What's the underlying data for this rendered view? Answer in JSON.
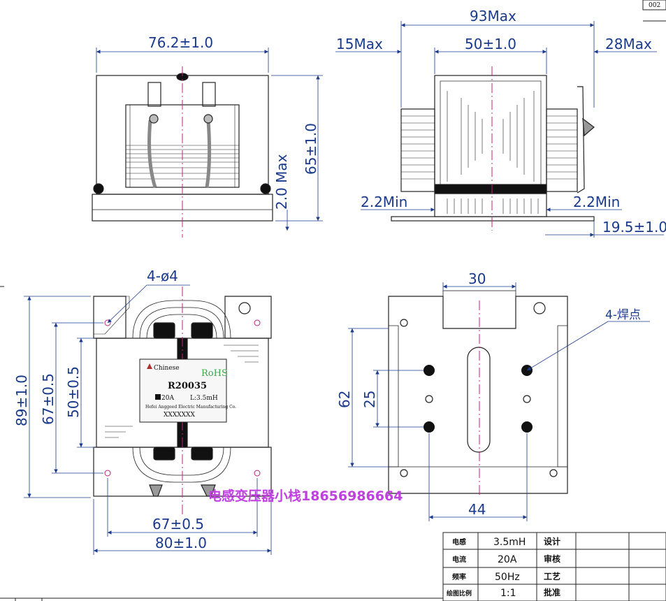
{
  "corner_tag": "002",
  "front_view": {
    "width_dim": "76.2±1.0",
    "height_dim": "65±1.0",
    "base_dim": "2.0 Max"
  },
  "side_view": {
    "overall_dim": "93Max",
    "left_dim": "15Max",
    "core_dim": "50±1.0",
    "right_dim": "28Max",
    "gap_left_dim": "2.2Min",
    "gap_right_dim": "2.2Min",
    "base_dim": "19.5±1.0"
  },
  "top_view": {
    "hole_dim": "4-ø4",
    "height_dim": "89±1.0",
    "hole_v_dim": "67±0.5",
    "core_v_dim": "50±0.5",
    "hole_h_dim": "67±0.5",
    "width_dim": "80±1.0",
    "label": {
      "brand": "Chinese",
      "rohs": "RoHS",
      "part_no": "R20035",
      "current": "20A",
      "inductance": "L:3.5mH",
      "company": "Hefei Anggeed Electric Manufacturing Co.",
      "serial": "XXXXXXX"
    }
  },
  "bottom_view": {
    "top_dim": "30",
    "solder_label": "4-焊点",
    "height_dim": "62",
    "pin_v_dim": "25",
    "pin_h_dim": "44"
  },
  "watermark": "电感变压器小栈18656986664",
  "title_block": {
    "rows": [
      {
        "key": "电感",
        "value": "3.5mH",
        "role": "设计"
      },
      {
        "key": "电流",
        "value": "20A",
        "role": "审核"
      },
      {
        "key": "频率",
        "value": "50Hz",
        "role": "工艺"
      },
      {
        "key": "绘图比例",
        "value": "1:1",
        "role": "批准"
      }
    ]
  },
  "colors": {
    "dimension": "#1a3a8c",
    "centerline": "#c0207a",
    "watermark": "#c040e0",
    "outline": "#222222"
  }
}
